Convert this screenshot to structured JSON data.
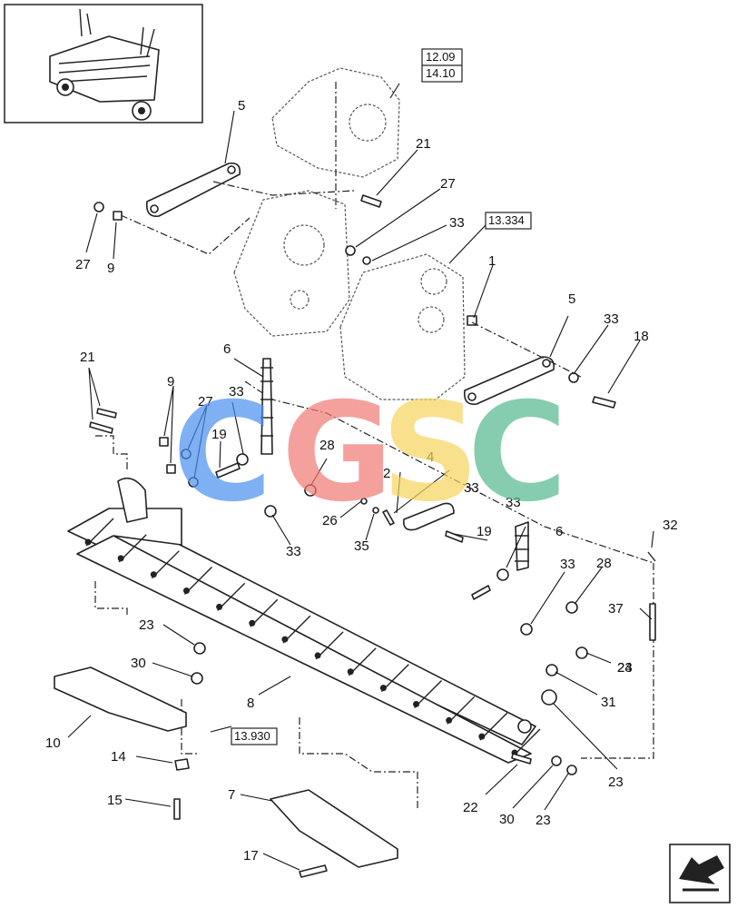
{
  "callouts": [
    "1",
    "2",
    "4",
    "5",
    "5",
    "6",
    "6",
    "7",
    "8",
    "9",
    "9",
    "10",
    "14",
    "15",
    "17",
    "18",
    "19",
    "19",
    "21",
    "21",
    "22",
    "23",
    "23",
    "23",
    "23",
    "24",
    "26",
    "27",
    "27",
    "27",
    "28",
    "28",
    "30",
    "30",
    "31",
    "32",
    "33",
    "33",
    "33",
    "33",
    "33",
    "33",
    "33",
    "35",
    "37"
  ],
  "ref_boxes": [
    "12.09",
    "14.10",
    "13.334",
    "13.930"
  ],
  "watermark": {
    "letters": [
      "C",
      "G",
      "S",
      "C"
    ],
    "colors": [
      "#4a8ff0",
      "#f07a74",
      "#f7d35c",
      "#52b98c"
    ]
  },
  "nav_icon": "next-page-arrow-icon"
}
